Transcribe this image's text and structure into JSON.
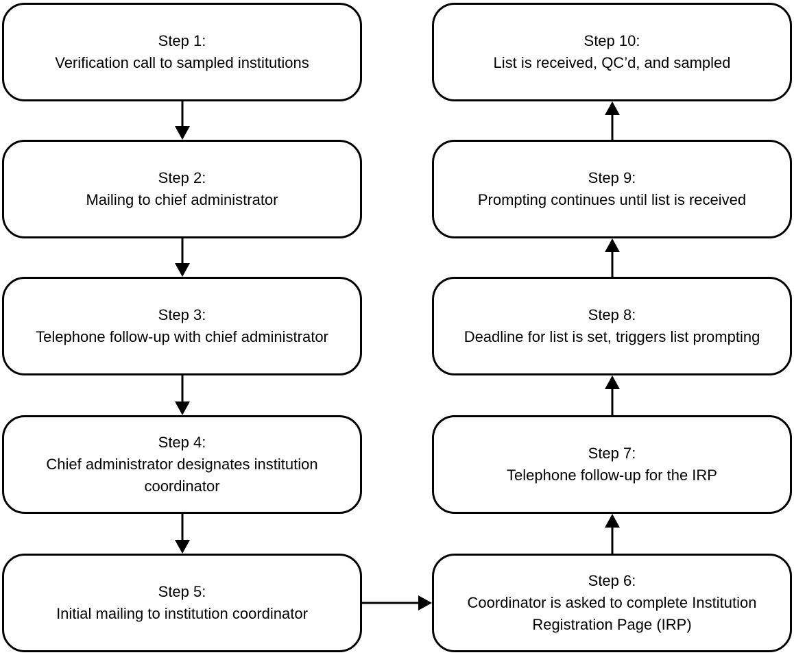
{
  "colors": {
    "background": "#ffffff",
    "box_background": "#ffffff",
    "stroke": "#000000",
    "text": "#000000"
  },
  "steps": [
    {
      "title": "Step 1:",
      "description": "Verification call to sampled institutions"
    },
    {
      "title": "Step 2:",
      "description": "Mailing to chief administrator"
    },
    {
      "title": "Step 3:",
      "description": "Telephone follow-up with chief administrator"
    },
    {
      "title": "Step 4:",
      "description": "Chief administrator designates institution coordinator"
    },
    {
      "title": "Step 5:",
      "description": "Initial mailing to institution coordinator"
    },
    {
      "title": "Step 6:",
      "description": "Coordinator is asked to complete Institution Registration Page (IRP)"
    },
    {
      "title": "Step 7:",
      "description": "Telephone follow-up for the IRP"
    },
    {
      "title": "Step 8:",
      "description": "Deadline for list is set, triggers list prompting"
    },
    {
      "title": "Step 9:",
      "description": "Prompting continues until list is received"
    },
    {
      "title": "Step 10:",
      "description": "List is received, QC’d, and sampled"
    }
  ],
  "flow": [
    {
      "from": "Step 1",
      "to": "Step 2",
      "direction": "down"
    },
    {
      "from": "Step 2",
      "to": "Step 3",
      "direction": "down"
    },
    {
      "from": "Step 3",
      "to": "Step 4",
      "direction": "down"
    },
    {
      "from": "Step 4",
      "to": "Step 5",
      "direction": "down"
    },
    {
      "from": "Step 5",
      "to": "Step 6",
      "direction": "right"
    },
    {
      "from": "Step 6",
      "to": "Step 7",
      "direction": "up"
    },
    {
      "from": "Step 7",
      "to": "Step 8",
      "direction": "up"
    },
    {
      "from": "Step 8",
      "to": "Step 9",
      "direction": "up"
    },
    {
      "from": "Step 9",
      "to": "Step 10",
      "direction": "up"
    }
  ]
}
